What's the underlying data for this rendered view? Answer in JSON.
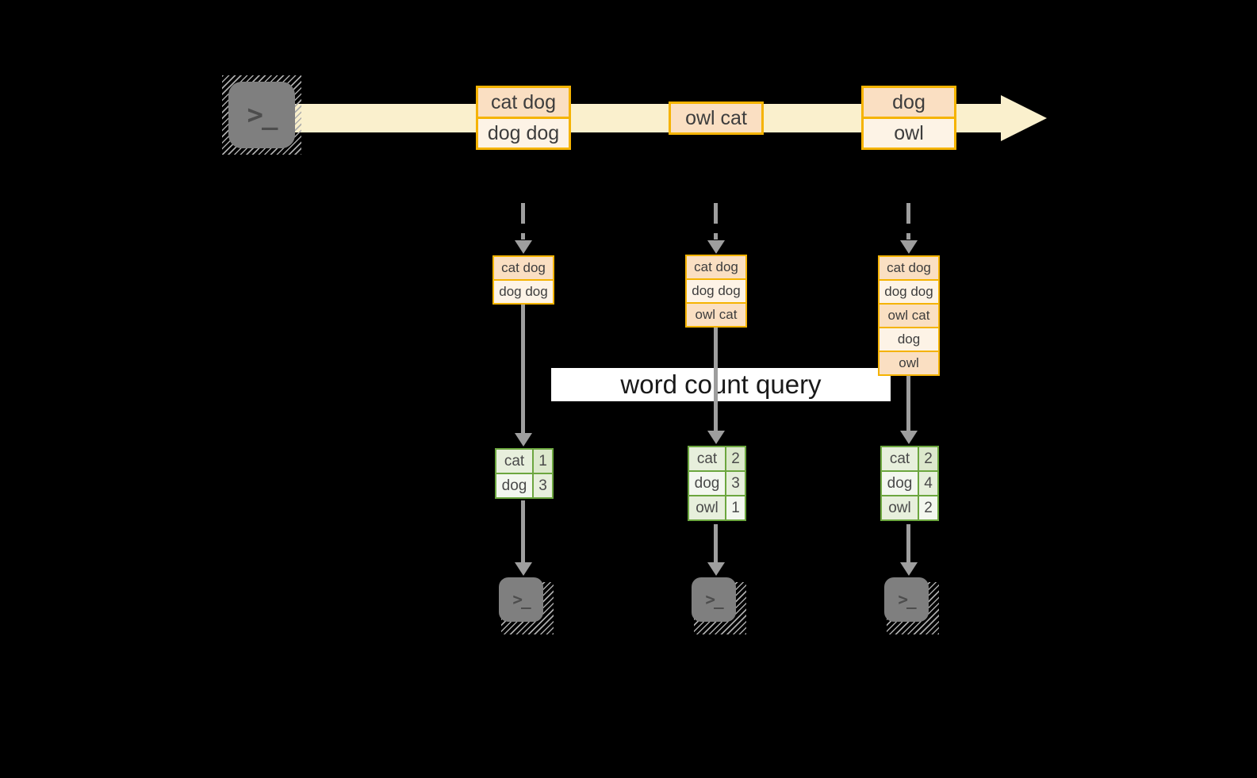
{
  "query_label": "word count query",
  "icons": {
    "terminal_glyph": ">_"
  },
  "colors": {
    "background": "#000000",
    "stream_band": "#faf0cd",
    "orange_border": "#f5b301",
    "peach_fill": "#fadfc2",
    "cream_fill": "#fdf3e6",
    "green_border": "#6ca63f",
    "green_fill_mid": "#e7efdc",
    "green_fill_light": "#f3f7ef",
    "green_fill_dark": "#dce8cc",
    "connector_gray": "#9e9e9e",
    "terminal_gray": "#7f7f7f"
  },
  "stream": {
    "batches": [
      {
        "lines": [
          "cat dog",
          "dog dog"
        ]
      },
      {
        "lines": [
          "owl cat"
        ]
      },
      {
        "lines": [
          "dog",
          "owl"
        ]
      }
    ]
  },
  "columns": [
    {
      "accumulated": [
        "cat dog",
        "dog dog"
      ],
      "counts": [
        {
          "word": "cat",
          "count": "1"
        },
        {
          "word": "dog",
          "count": "3"
        }
      ]
    },
    {
      "accumulated": [
        "cat dog",
        "dog dog",
        "owl cat"
      ],
      "counts": [
        {
          "word": "cat",
          "count": "2"
        },
        {
          "word": "dog",
          "count": "3"
        },
        {
          "word": "owl",
          "count": "1"
        }
      ]
    },
    {
      "accumulated": [
        "cat dog",
        "dog dog",
        "owl cat",
        "dog",
        "owl"
      ],
      "counts": [
        {
          "word": "cat",
          "count": "2"
        },
        {
          "word": "dog",
          "count": "4"
        },
        {
          "word": "owl",
          "count": "2"
        }
      ]
    }
  ]
}
